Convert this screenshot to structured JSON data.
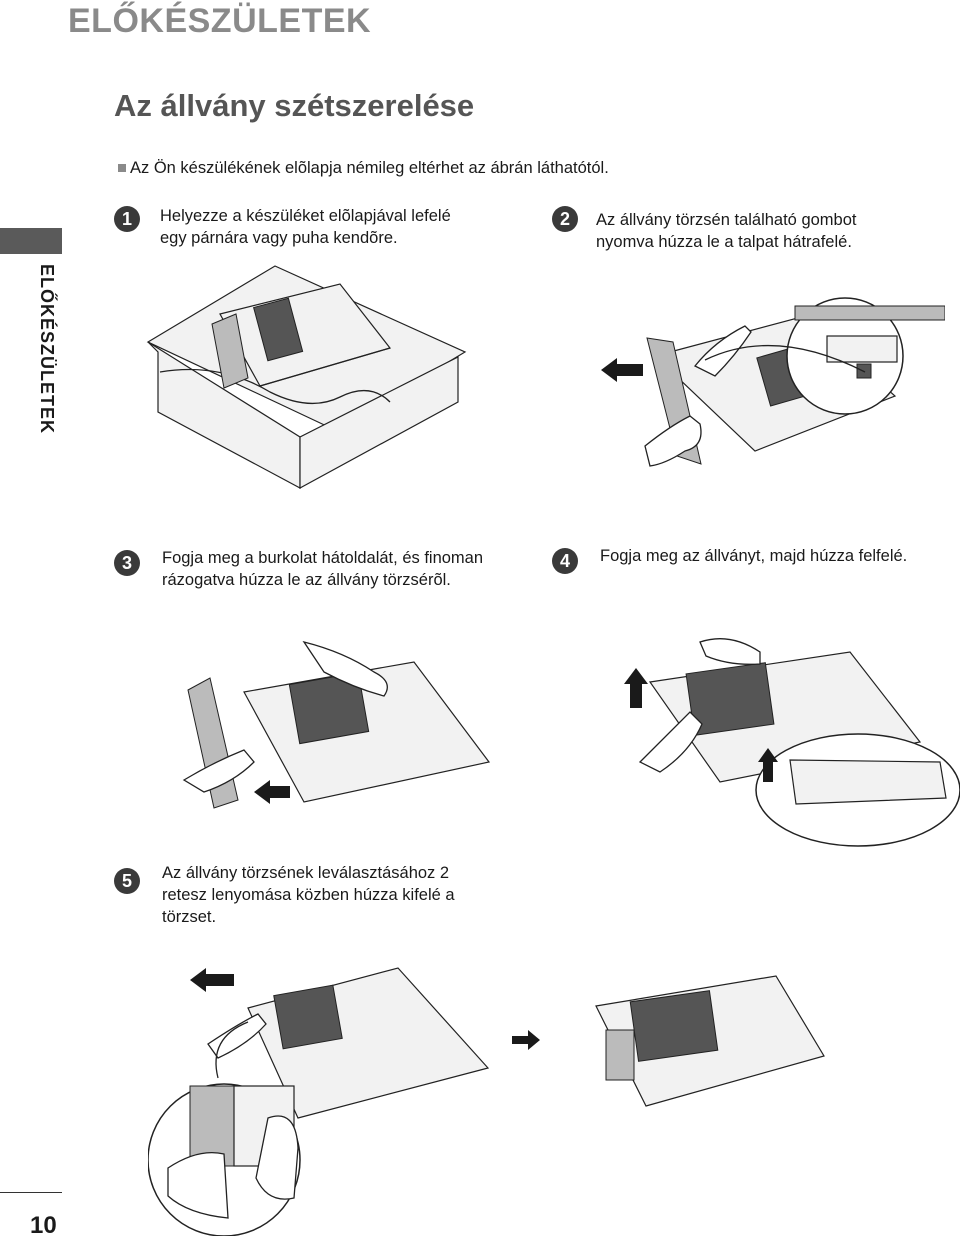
{
  "header": {
    "section_title": "ELŐKÉSZÜLETEK"
  },
  "page": {
    "title": "Az állvány szétszerelése",
    "note": "Az Ön készülékének elõlapja némileg eltérhet az ábrán láthatótól.",
    "side_label": "ELŐKÉSZÜLETEK",
    "page_number": "10"
  },
  "steps": [
    {
      "number": "1",
      "line1": "Helyezze a készüléket elõlapjával lefelé",
      "line2": "egy párnára vagy puha kendõre.",
      "line3": ""
    },
    {
      "number": "2",
      "line1": "Az állvány törzsén található gombot",
      "line2": "nyomva húzza le a talpat hátrafelé.",
      "line3": ""
    },
    {
      "number": "3",
      "line1": "Fogja meg a burkolat hátoldalát, és finoman",
      "line2": "rázogatva húzza le az állvány törzsérõl.",
      "line3": ""
    },
    {
      "number": "4",
      "line1": "Fogja meg az állványt, majd húzza felfelé.",
      "line2": "",
      "line3": ""
    },
    {
      "number": "5",
      "line1": "Az állvány törzsének leválasztásához 2",
      "line2": "retesz lenyomása közben húzza kifelé a",
      "line3": "törzset."
    }
  ],
  "icons": {
    "illustration_1": "tv-on-cushion-illustration",
    "illustration_2": "pull-stand-back-illustration",
    "illustration_3": "shake-off-cover-illustration",
    "illustration_4": "pull-stand-up-illustration",
    "illustration_5": "remove-stand-body-illustration"
  }
}
